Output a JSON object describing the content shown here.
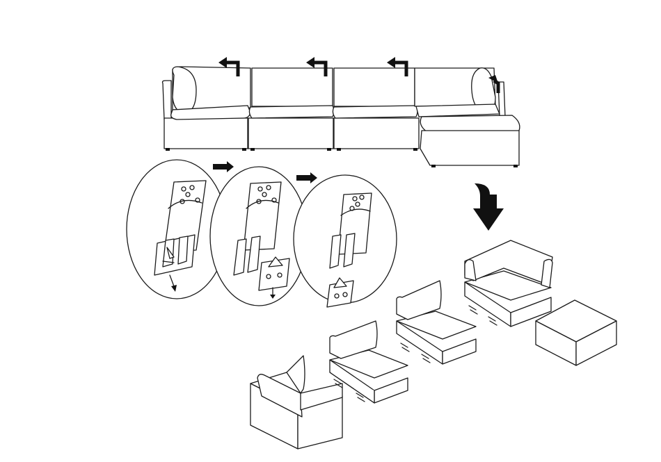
{
  "diagram": {
    "colors": {
      "line": "#1a1a1a",
      "arrow": "#111111",
      "background": "#ffffff"
    },
    "top_view": {
      "modules": [
        "corner-left",
        "armless-1",
        "armless-2",
        "corner-right",
        "ottoman"
      ],
      "cushion_lift_arrows": 4
    },
    "connector_steps": 3,
    "exploded_view": {
      "modules": [
        "corner-front",
        "armless-1",
        "armless-2",
        "corner-back",
        "ottoman"
      ]
    }
  }
}
